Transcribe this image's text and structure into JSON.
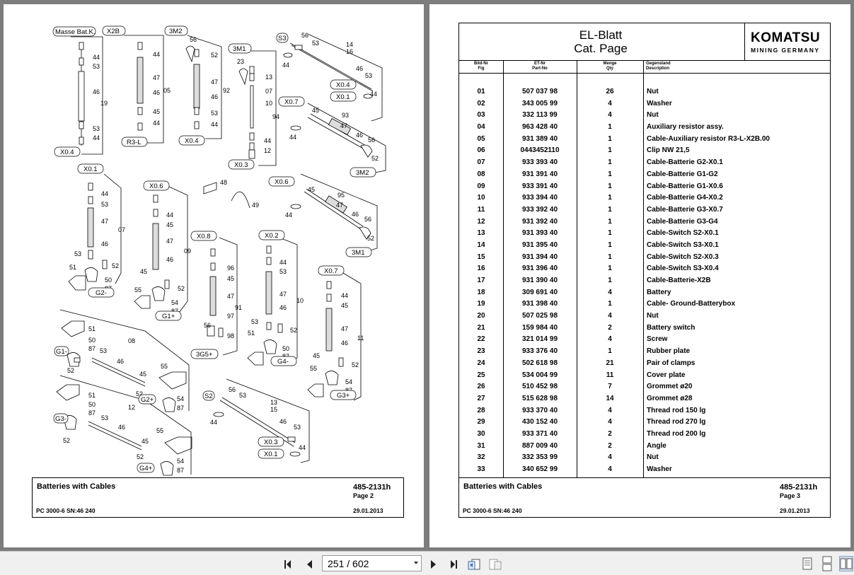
{
  "left_page": {
    "callouts": {
      "masse": "Masse Bat.K.",
      "x2b": "X2B",
      "m32": "3M2",
      "m31": "3M1",
      "s3": "S3",
      "x04a": "X0.4",
      "r3l": "R3-L",
      "x04b": "X0.4",
      "x03a": "X0.3",
      "x04c": "X0.4",
      "x01a": "X0.1",
      "x07a": "X0.7",
      "m32b": "3M2",
      "x06a": "X0.6",
      "m31b": "3M1",
      "x01b": "X0.1",
      "x06b": "X0.6",
      "x08": "X0.8",
      "x02": "X0.2",
      "x07b": "X0.7",
      "g2m": "G2-",
      "g1p": "G1+",
      "g5p": "3G5+",
      "g4m": "G4-",
      "g3p": "G3+",
      "g1m": "G1-",
      "g2p": "G2+",
      "g3m": "G3-",
      "g4p": "G4+",
      "s2": "S2",
      "x03b": "X0.3",
      "x01c": "X0.1"
    },
    "footer": {
      "title": "Batteries with Cables",
      "number": "485-2131h",
      "page": "Page 2",
      "model": "PC 3000-6 SN:46 240",
      "date": "29.01.2013"
    }
  },
  "right_page": {
    "title_line1": "EL-Blatt",
    "title_line2": "Cat. Page",
    "logo_main": "KOMATSU",
    "logo_sub": "MINING GERMANY",
    "headers": {
      "fig_de": "Bild-Nr",
      "fig_en": "Fig",
      "part_de": "ET-Nr",
      "part_en": "Part-No",
      "qty_de": "Menge",
      "qty_en": "Qty",
      "desc_de": "Gegenstand",
      "desc_en": "Description"
    },
    "rows": [
      {
        "fig": "01",
        "part": "507 037 98",
        "qty": "26",
        "desc": "Nut"
      },
      {
        "fig": "02",
        "part": "343 005 99",
        "qty": "4",
        "desc": "Washer"
      },
      {
        "fig": "03",
        "part": "332 113 99",
        "qty": "4",
        "desc": "Nut"
      },
      {
        "fig": "04",
        "part": "963 428 40",
        "qty": "1",
        "desc": "Auxiliary resistor assy."
      },
      {
        "fig": "05",
        "part": "931 389 40",
        "qty": "1",
        "desc": "Cable-Auxiliary resistor  R3-L-X2B.00"
      },
      {
        "fig": "06",
        "part": "0443452110",
        "qty": "1",
        "desc": "Clip NW 21,5"
      },
      {
        "fig": "07",
        "part": "933 393 40",
        "qty": "1",
        "desc": "Cable-Batterie G2-X0.1"
      },
      {
        "fig": "08",
        "part": "931 391 40",
        "qty": "1",
        "desc": "Cable-Batterie  G1-G2"
      },
      {
        "fig": "09",
        "part": "933 391 40",
        "qty": "1",
        "desc": "Cable-Batterie G1-X0.6"
      },
      {
        "fig": "10",
        "part": "933 394 40",
        "qty": "1",
        "desc": "Cable-Batterie G4-X0.2"
      },
      {
        "fig": "11",
        "part": "933 392 40",
        "qty": "1",
        "desc": "Cable-Batterie G3-X0.7"
      },
      {
        "fig": "12",
        "part": "931 392 40",
        "qty": "1",
        "desc": "Cable-Batterie  G3-G4"
      },
      {
        "fig": "13",
        "part": "931 393 40",
        "qty": "1",
        "desc": "Cable-Switch  S2-X0.1"
      },
      {
        "fig": "14",
        "part": "931 395 40",
        "qty": "1",
        "desc": "Cable-Switch  S3-X0.1"
      },
      {
        "fig": "15",
        "part": "931 394 40",
        "qty": "1",
        "desc": "Cable-Switch  S2-X0.3"
      },
      {
        "fig": "16",
        "part": "931 396 40",
        "qty": "1",
        "desc": "Cable-Switch  S3-X0.4"
      },
      {
        "fig": "17",
        "part": "931 390 40",
        "qty": "1",
        "desc": "Cable-Batterie-X2B"
      },
      {
        "fig": "18",
        "part": "309 691 40",
        "qty": "4",
        "desc": "Battery"
      },
      {
        "fig": "19",
        "part": "931 398 40",
        "qty": "1",
        "desc": "Cable- Ground-Batterybox"
      },
      {
        "fig": "20",
        "part": "507 025 98",
        "qty": "4",
        "desc": "Nut"
      },
      {
        "fig": "21",
        "part": "159 984 40",
        "qty": "2",
        "desc": "Battery switch"
      },
      {
        "fig": "22",
        "part": "321 014 99",
        "qty": "4",
        "desc": "Screw"
      },
      {
        "fig": "23",
        "part": "933 376 40",
        "qty": "1",
        "desc": "Rubber plate"
      },
      {
        "fig": "24",
        "part": "502 618 98",
        "qty": "21",
        "desc": "Pair of clamps"
      },
      {
        "fig": "25",
        "part": "534 004 99",
        "qty": "11",
        "desc": "Cover plate"
      },
      {
        "fig": "26",
        "part": "510 452 98",
        "qty": "7",
        "desc": "Grommet ø20"
      },
      {
        "fig": "27",
        "part": "515 628 98",
        "qty": "14",
        "desc": "Grommet ø28"
      },
      {
        "fig": "28",
        "part": "933 370 40",
        "qty": "4",
        "desc": "Thread rod 150 lg"
      },
      {
        "fig": "29",
        "part": "430 152 40",
        "qty": "4",
        "desc": "Thread rod 270 lg"
      },
      {
        "fig": "30",
        "part": "933 371 40",
        "qty": "2",
        "desc": "Thread rod 200 lg"
      },
      {
        "fig": "31",
        "part": "887 009 40",
        "qty": "2",
        "desc": "Angle"
      },
      {
        "fig": "32",
        "part": "332 353 99",
        "qty": "4",
        "desc": "Nut"
      },
      {
        "fig": "33",
        "part": "340 652 99",
        "qty": "4",
        "desc": "Washer"
      }
    ],
    "footer": {
      "title": "Batteries with Cables",
      "number": "485-2131h",
      "page": "Page 3",
      "model": "PC 3000-6 SN:46 240",
      "date": "29.01.2013"
    }
  },
  "toolbar": {
    "page_value": "251 / 602",
    "first_page_icon": "first-page-icon",
    "prev_page_icon": "prev-page-icon",
    "next_page_icon": "next-page-icon",
    "last_page_icon": "last-page-icon",
    "view_mode": "two-page"
  }
}
